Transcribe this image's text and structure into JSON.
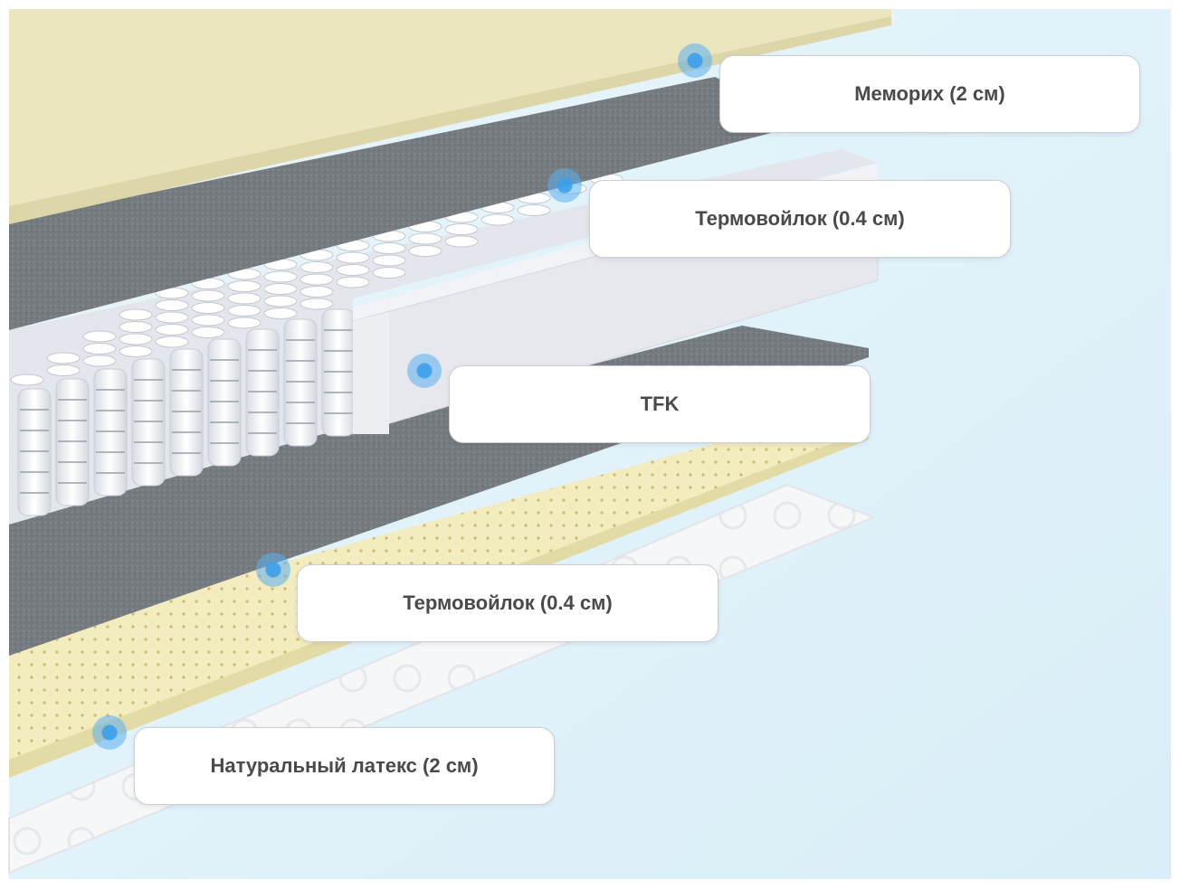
{
  "colors": {
    "background": "#e4f3fa",
    "memory_foam": "#ebe6c0",
    "felt": "#6e7378",
    "springs": "#eef0f4",
    "tfk_block": "#e8eaf0",
    "latex": "#f3ecbf",
    "cover": "#f7f8fa",
    "marker": "#45a6ec",
    "label_text": "#4a4a4a"
  },
  "layers": [
    {
      "label": "Мемориx (2 см)",
      "icon": "marker-dot"
    },
    {
      "label": "Термовойлок (0.4 см)",
      "icon": "marker-dot"
    },
    {
      "label": "TFK",
      "icon": "marker-dot"
    },
    {
      "label": "Термовойлок (0.4 см)",
      "icon": "marker-dot"
    },
    {
      "label": "Натуральный латекс (2 см)",
      "icon": "marker-dot"
    }
  ]
}
